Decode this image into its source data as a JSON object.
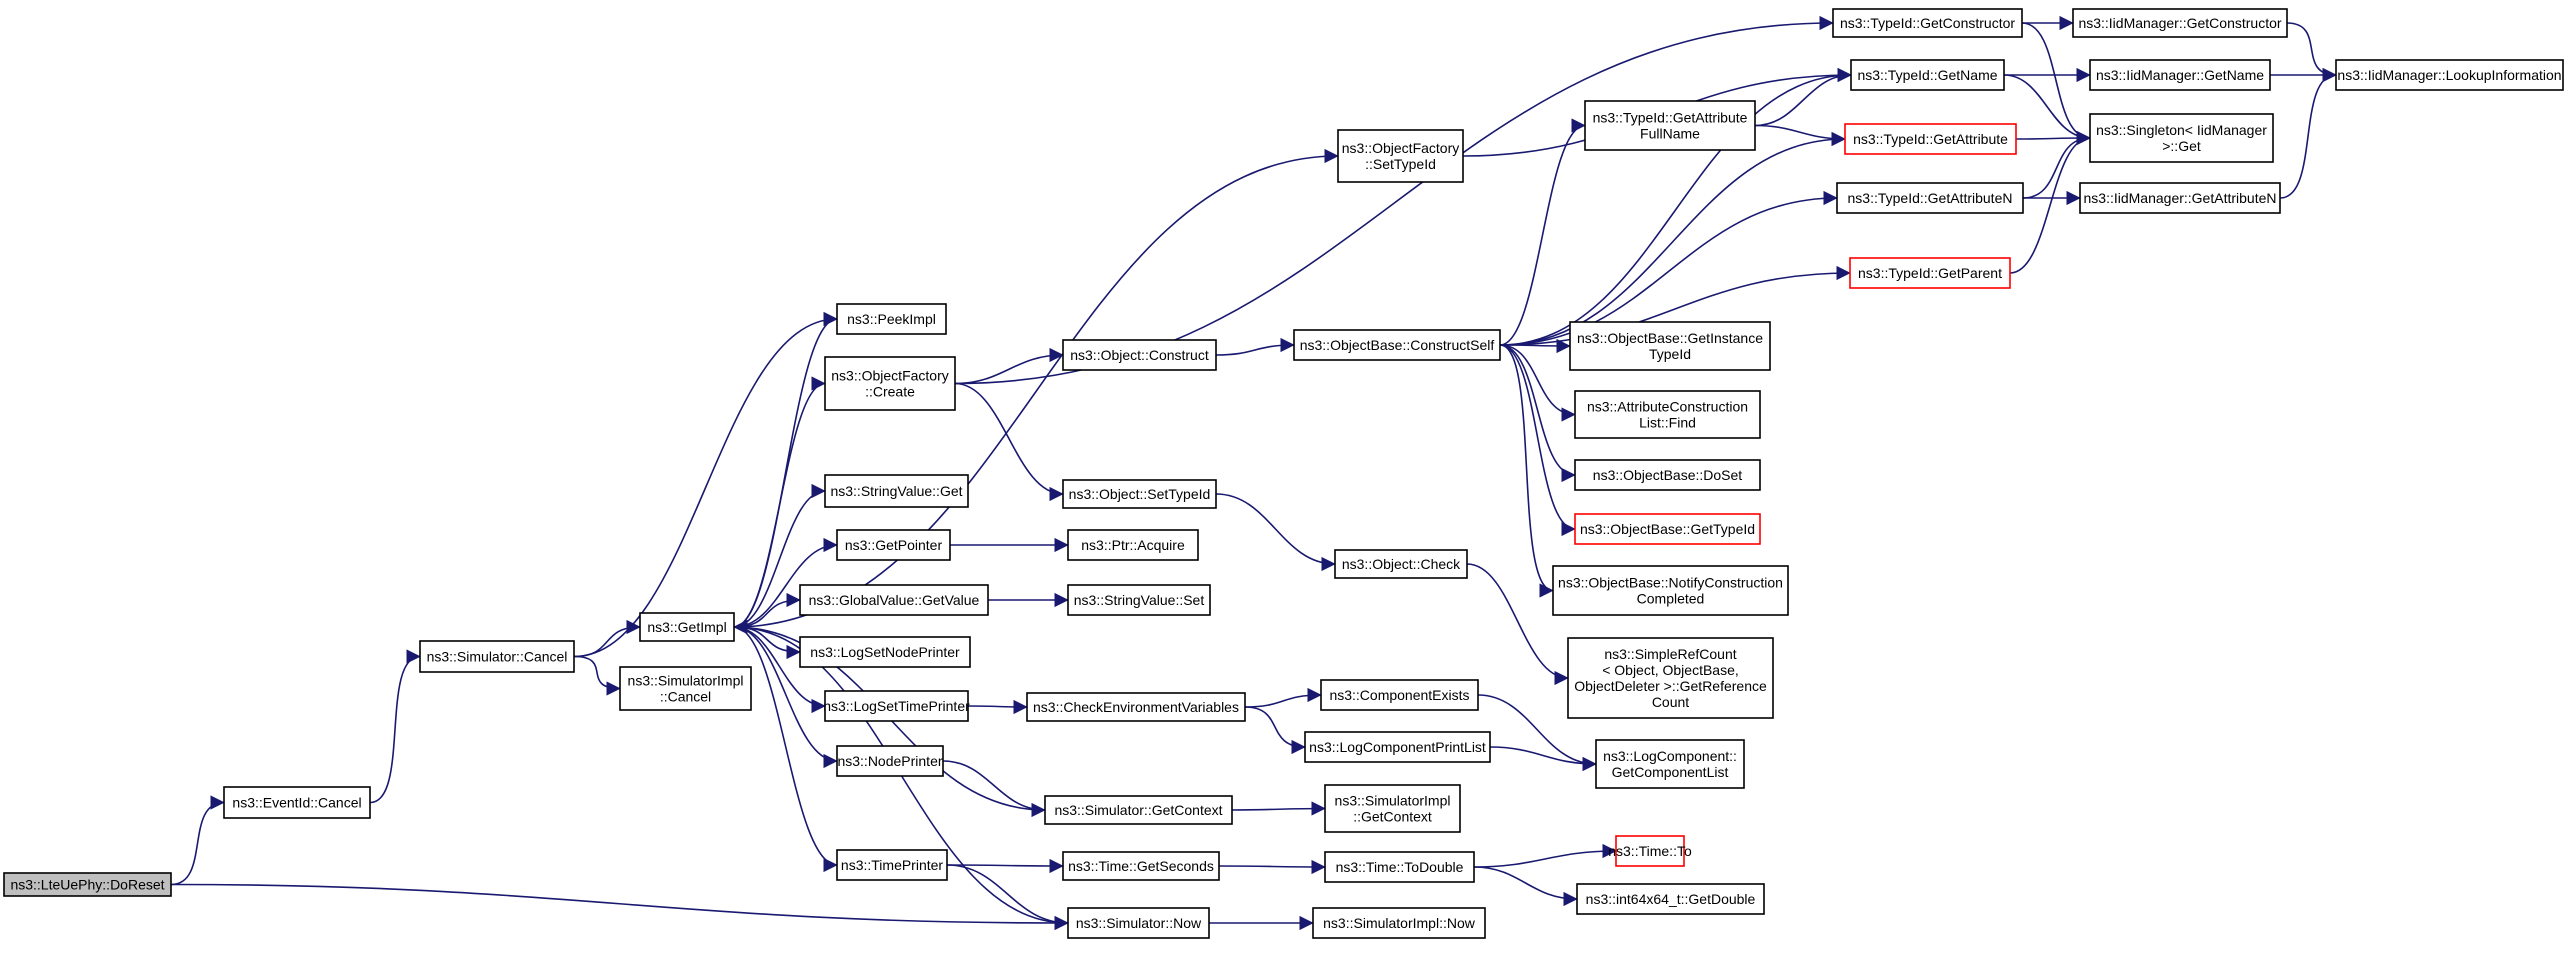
{
  "graph": {
    "kind": "call-graph",
    "colors": {
      "edge": "#191970",
      "box_border": "#000000",
      "truncated_border": "#ff0000",
      "root_fill": "#bfbfbf"
    },
    "nodes": [
      {
        "id": "DoReset",
        "lines": [
          "ns3::LteUePhy::DoReset"
        ],
        "style": "root"
      },
      {
        "id": "EventIdCancel",
        "lines": [
          "ns3::EventId::Cancel"
        ]
      },
      {
        "id": "SimCancel",
        "lines": [
          "ns3::Simulator::Cancel"
        ]
      },
      {
        "id": "SimImplCancel",
        "lines": [
          "ns3::SimulatorImpl",
          "::Cancel"
        ]
      },
      {
        "id": "GetImpl",
        "lines": [
          "ns3::GetImpl"
        ]
      },
      {
        "id": "PeekImpl",
        "lines": [
          "ns3::PeekImpl"
        ]
      },
      {
        "id": "OFCreate",
        "lines": [
          "ns3::ObjectFactory",
          "::Create"
        ]
      },
      {
        "id": "StrValGet",
        "lines": [
          "ns3::StringValue::Get"
        ]
      },
      {
        "id": "GetPointer",
        "lines": [
          "ns3::GetPointer"
        ]
      },
      {
        "id": "GVGetValue",
        "lines": [
          "ns3::GlobalValue::GetValue"
        ]
      },
      {
        "id": "LogSetNodePrinter",
        "lines": [
          "ns3::LogSetNodePrinter"
        ]
      },
      {
        "id": "LogSetTimePrinter",
        "lines": [
          "ns3::LogSetTimePrinter"
        ]
      },
      {
        "id": "NodePrinter",
        "lines": [
          "ns3::NodePrinter"
        ]
      },
      {
        "id": "TimePrinter",
        "lines": [
          "ns3::TimePrinter"
        ]
      },
      {
        "id": "ObjConstruct",
        "lines": [
          "ns3::Object::Construct"
        ]
      },
      {
        "id": "ObjSetTypeId",
        "lines": [
          "ns3::Object::SetTypeId"
        ]
      },
      {
        "id": "PtrAcquire",
        "lines": [
          "ns3::Ptr::Acquire"
        ]
      },
      {
        "id": "StrValSet",
        "lines": [
          "ns3::StringValue::Set"
        ]
      },
      {
        "id": "CheckEnv",
        "lines": [
          "ns3::CheckEnvironmentVariables"
        ]
      },
      {
        "id": "SimGetContext",
        "lines": [
          "ns3::Simulator::GetContext"
        ]
      },
      {
        "id": "TimeGetSeconds",
        "lines": [
          "ns3::Time::GetSeconds"
        ]
      },
      {
        "id": "SimNow",
        "lines": [
          "ns3::Simulator::Now"
        ]
      },
      {
        "id": "OFSetTypeId",
        "lines": [
          "ns3::ObjectFactory",
          "::SetTypeId"
        ]
      },
      {
        "id": "ObjBaseConstructSelf",
        "lines": [
          "ns3::ObjectBase::ConstructSelf"
        ]
      },
      {
        "id": "ObjCheck",
        "lines": [
          "ns3::Object::Check"
        ]
      },
      {
        "id": "ComponentExists",
        "lines": [
          "ns3::ComponentExists"
        ]
      },
      {
        "id": "LogCompPrintList",
        "lines": [
          "ns3::LogComponentPrintList"
        ]
      },
      {
        "id": "SimImplGetContext",
        "lines": [
          "ns3::SimulatorImpl",
          "::GetContext"
        ]
      },
      {
        "id": "TimeToDouble",
        "lines": [
          "ns3::Time::ToDouble"
        ]
      },
      {
        "id": "SimImplNow",
        "lines": [
          "ns3::SimulatorImpl::Now"
        ]
      },
      {
        "id": "TypeIdGetConstructor",
        "lines": [
          "ns3::TypeId::GetConstructor"
        ]
      },
      {
        "id": "TypeIdGetName",
        "lines": [
          "ns3::TypeId::GetName"
        ]
      },
      {
        "id": "TypeIdGetAttrFullName",
        "lines": [
          "ns3::TypeId::GetAttribute",
          "FullName"
        ]
      },
      {
        "id": "TypeIdGetAttribute",
        "lines": [
          "ns3::TypeId::GetAttribute"
        ],
        "style": "truncated"
      },
      {
        "id": "TypeIdGetAttributeN",
        "lines": [
          "ns3::TypeId::GetAttributeN"
        ]
      },
      {
        "id": "TypeIdGetParent",
        "lines": [
          "ns3::TypeId::GetParent"
        ],
        "style": "truncated"
      },
      {
        "id": "ObjBaseGetInstanceTypeId",
        "lines": [
          "ns3::ObjectBase::GetInstance",
          "TypeId"
        ]
      },
      {
        "id": "AttrConstrListFind",
        "lines": [
          "ns3::AttributeConstruction",
          "List::Find"
        ]
      },
      {
        "id": "ObjBaseDoSet",
        "lines": [
          "ns3::ObjectBase::DoSet"
        ]
      },
      {
        "id": "ObjBaseGetTypeId",
        "lines": [
          "ns3::ObjectBase::GetTypeId"
        ],
        "style": "truncated"
      },
      {
        "id": "ObjBaseNotify",
        "lines": [
          "ns3::ObjectBase::NotifyConstruction",
          "Completed"
        ]
      },
      {
        "id": "SimpleRefCount",
        "lines": [
          "ns3::SimpleRefCount",
          "< Object, ObjectBase,",
          "ObjectDeleter >::GetReference",
          "Count"
        ]
      },
      {
        "id": "LogCompGetList",
        "lines": [
          "ns3::LogComponent::",
          "GetComponentList"
        ]
      },
      {
        "id": "TimeTo",
        "lines": [
          "ns3::Time::To"
        ],
        "style": "truncated"
      },
      {
        "id": "Int64GetDouble",
        "lines": [
          "ns3::int64x64_t::GetDouble"
        ]
      },
      {
        "id": "IidGetConstructor",
        "lines": [
          "ns3::IidManager::GetConstructor"
        ]
      },
      {
        "id": "IidGetName",
        "lines": [
          "ns3::IidManager::GetName"
        ]
      },
      {
        "id": "SingletonGet",
        "lines": [
          "ns3::Singleton< IidManager",
          ">::Get"
        ]
      },
      {
        "id": "IidGetAttributeN",
        "lines": [
          "ns3::IidManager::GetAttributeN"
        ]
      },
      {
        "id": "IidLookupInfo",
        "lines": [
          "ns3::IidManager::LookupInformation"
        ]
      }
    ],
    "edges": [
      [
        "DoReset",
        "EventIdCancel"
      ],
      [
        "DoReset",
        "SimNow"
      ],
      [
        "EventIdCancel",
        "SimCancel"
      ],
      [
        "SimCancel",
        "PeekImpl"
      ],
      [
        "SimCancel",
        "GetImpl"
      ],
      [
        "SimCancel",
        "SimImplCancel"
      ],
      [
        "GetImpl",
        "PeekImpl"
      ],
      [
        "GetImpl",
        "OFCreate"
      ],
      [
        "GetImpl",
        "OFSetTypeId"
      ],
      [
        "GetImpl",
        "StrValGet"
      ],
      [
        "GetImpl",
        "GetPointer"
      ],
      [
        "GetImpl",
        "GVGetValue"
      ],
      [
        "GetImpl",
        "LogSetNodePrinter"
      ],
      [
        "GetImpl",
        "LogSetTimePrinter"
      ],
      [
        "GetImpl",
        "NodePrinter"
      ],
      [
        "GetImpl",
        "TimePrinter"
      ],
      [
        "OFCreate",
        "ObjConstruct"
      ],
      [
        "OFCreate",
        "ObjSetTypeId"
      ],
      [
        "OFCreate",
        "TypeIdGetConstructor"
      ],
      [
        "GetPointer",
        "PtrAcquire"
      ],
      [
        "GVGetValue",
        "StrValSet"
      ],
      [
        "LogSetTimePrinter",
        "CheckEnv"
      ],
      [
        "NodePrinter",
        "SimGetContext"
      ],
      [
        "TimePrinter",
        "TimeGetSeconds"
      ],
      [
        "TimePrinter",
        "SimNow"
      ],
      [
        "ObjConstruct",
        "ObjBaseConstructSelf"
      ],
      [
        "ObjSetTypeId",
        "ObjCheck"
      ],
      [
        "CheckEnv",
        "ComponentExists"
      ],
      [
        "CheckEnv",
        "LogCompPrintList"
      ],
      [
        "SimGetContext",
        "GetImpl"
      ],
      [
        "SimGetContext",
        "SimImplGetContext"
      ],
      [
        "TimeGetSeconds",
        "TimeToDouble"
      ],
      [
        "SimNow",
        "GetImpl"
      ],
      [
        "SimNow",
        "SimImplNow"
      ],
      [
        "OFSetTypeId",
        "TypeIdGetName"
      ],
      [
        "ObjBaseConstructSelf",
        "TypeIdGetName"
      ],
      [
        "ObjBaseConstructSelf",
        "TypeIdGetAttrFullName"
      ],
      [
        "ObjBaseConstructSelf",
        "TypeIdGetAttribute"
      ],
      [
        "ObjBaseConstructSelf",
        "TypeIdGetAttributeN"
      ],
      [
        "ObjBaseConstructSelf",
        "TypeIdGetParent"
      ],
      [
        "ObjBaseConstructSelf",
        "ObjBaseGetInstanceTypeId"
      ],
      [
        "ObjBaseConstructSelf",
        "AttrConstrListFind"
      ],
      [
        "ObjBaseConstructSelf",
        "ObjBaseDoSet"
      ],
      [
        "ObjBaseConstructSelf",
        "ObjBaseGetTypeId"
      ],
      [
        "ObjBaseConstructSelf",
        "ObjBaseNotify"
      ],
      [
        "ObjCheck",
        "SimpleRefCount"
      ],
      [
        "ComponentExists",
        "LogCompGetList"
      ],
      [
        "LogCompPrintList",
        "LogCompGetList"
      ],
      [
        "TimeToDouble",
        "TimeTo"
      ],
      [
        "TimeToDouble",
        "Int64GetDouble"
      ],
      [
        "TypeIdGetConstructor",
        "IidGetConstructor"
      ],
      [
        "TypeIdGetConstructor",
        "SingletonGet"
      ],
      [
        "TypeIdGetName",
        "IidGetName"
      ],
      [
        "TypeIdGetName",
        "SingletonGet"
      ],
      [
        "TypeIdGetAttrFullName",
        "TypeIdGetName"
      ],
      [
        "TypeIdGetAttrFullName",
        "TypeIdGetAttribute"
      ],
      [
        "TypeIdGetAttribute",
        "SingletonGet"
      ],
      [
        "TypeIdGetAttributeN",
        "SingletonGet"
      ],
      [
        "TypeIdGetAttributeN",
        "IidGetAttributeN"
      ],
      [
        "TypeIdGetParent",
        "SingletonGet"
      ],
      [
        "IidGetConstructor",
        "IidLookupInfo"
      ],
      [
        "IidGetName",
        "IidLookupInfo"
      ],
      [
        "IidGetAttributeN",
        "IidLookupInfo"
      ]
    ]
  }
}
